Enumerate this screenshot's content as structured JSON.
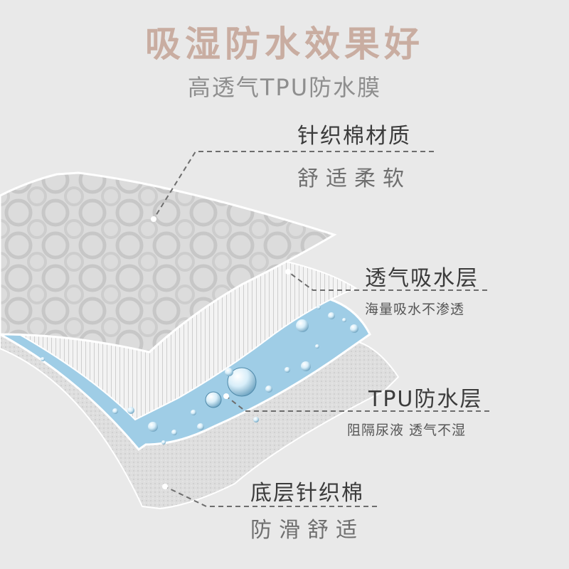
{
  "header": {
    "title": "吸湿防水效果好",
    "subtitle": "高透气TPU防水膜"
  },
  "layers": [
    {
      "name": "针织棉材质",
      "desc": "舒适柔软"
    },
    {
      "name": "透气吸水层",
      "desc": "海量吸水不渗透"
    },
    {
      "name": "TPU防水层",
      "desc": "阻隔尿液 透气不湿"
    },
    {
      "name": "底层针织棉",
      "desc": "防滑舒适"
    }
  ],
  "colors": {
    "background": "#e9e9e9",
    "title": "#c9ada1",
    "tpu_layer": "#9fcde6"
  }
}
